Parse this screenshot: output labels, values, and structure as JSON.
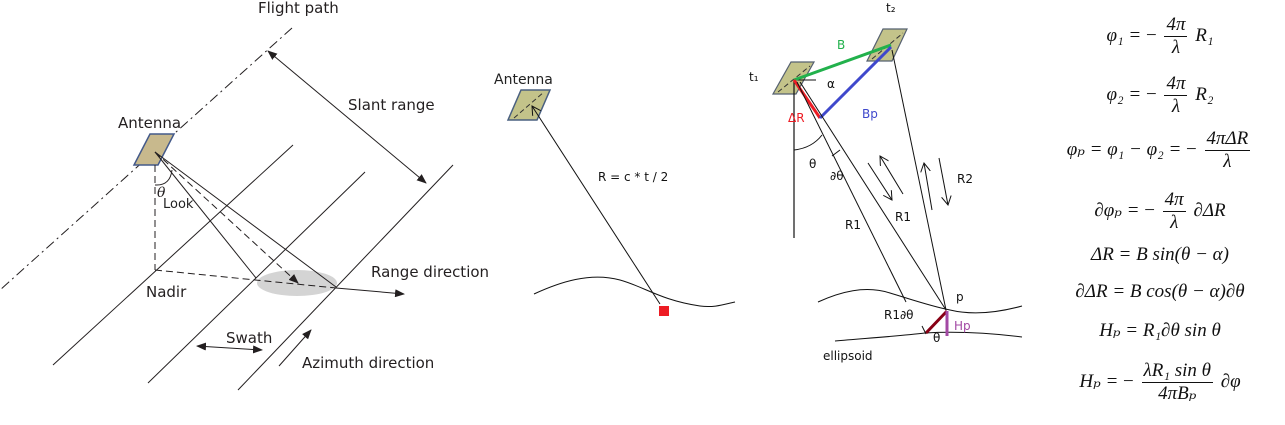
{
  "panel_geometry": {
    "flight_path_label": "Flight path",
    "antenna_label": "Antenna",
    "slant_range_label": "Slant range",
    "look_angle_symbol": "θ",
    "look_label": "Look",
    "nadir_label": "Nadir",
    "range_direction_label": "Range direction",
    "swath_label": "Swath",
    "azimuth_direction_label": "Azimuth direction"
  },
  "panel_range": {
    "antenna_label": "Antenna",
    "range_equation": "R = c * t / 2"
  },
  "panel_interferometry": {
    "t1_label": "t₁",
    "t2_label": "t₂",
    "baseline_label": "B",
    "alpha_label": "α",
    "delta_r_label": "ΔR",
    "bp_label": "Bp",
    "theta_label": "θ",
    "dtheta_label": "∂θ",
    "r1_label_left": "R1",
    "r1_label_mid": "R1",
    "r2_label": "R2",
    "r1dtheta_label": "R1∂θ",
    "p_label": "p",
    "hp_label": "Hp",
    "theta_bottom_label": "θ",
    "ellipsoid_label": "ellipsoid",
    "colors": {
      "baseline": "#22b14c",
      "perpendicular_baseline": "#3f48cc",
      "delta_r": "#ed1c24",
      "r1dtheta": "#880015",
      "hp": "#a349a4",
      "antenna_fill": "#c3c38a",
      "target": "#ed1c24"
    }
  },
  "equations": [
    {
      "lhs": "φ₁ =",
      "num": "4π",
      "den": "λ",
      "pre": "−",
      "post": "R₁"
    },
    {
      "lhs": "φ₂ =",
      "num": "4π",
      "den": "λ",
      "pre": "−",
      "post": "R₂"
    },
    {
      "lhs": "φₚ = φ₁ − φ₂ =",
      "num": "4πΔR",
      "den": "λ",
      "pre": "−",
      "post": ""
    },
    {
      "lhs": "∂φₚ =",
      "num": "4π",
      "den": "λ",
      "pre": "−",
      "post": "∂ΔR"
    },
    {
      "text": "ΔR = B sin(θ − α)"
    },
    {
      "text": "∂ΔR = B cos(θ − α)∂θ"
    },
    {
      "text": "Hₚ = R₁∂θ sin θ"
    },
    {
      "lhs": "Hₚ =",
      "num": "λR₁ sin θ",
      "den": "4πBₚ",
      "pre": "−",
      "post": "∂φ"
    }
  ]
}
